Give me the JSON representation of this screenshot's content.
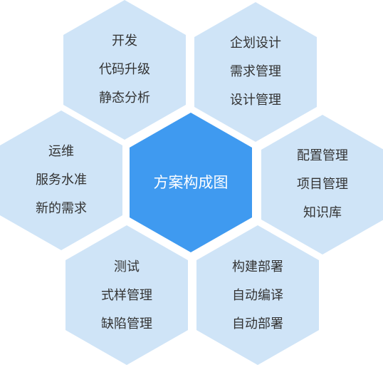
{
  "colors": {
    "outer_fill": "#cfe4f7",
    "center_fill": "#3f9af0",
    "text": "#333333",
    "center_text": "#ffffff"
  },
  "center": {
    "label": "方案构成图"
  },
  "cells": [
    {
      "id": "dev",
      "lines": [
        "开发",
        "代码升级",
        "静态分析"
      ]
    },
    {
      "id": "plan",
      "lines": [
        "企划设计",
        "需求管理",
        "设计管理"
      ]
    },
    {
      "id": "ops",
      "lines": [
        "运维",
        "服务水准",
        "新的需求"
      ]
    },
    {
      "id": "config",
      "lines": [
        "配置管理",
        "项目管理",
        "知识库"
      ]
    },
    {
      "id": "test",
      "lines": [
        "测试",
        "式样管理",
        "缺陷管理"
      ]
    },
    {
      "id": "deploy",
      "lines": [
        "构建部署",
        "自动编译",
        "自动部署"
      ]
    }
  ]
}
